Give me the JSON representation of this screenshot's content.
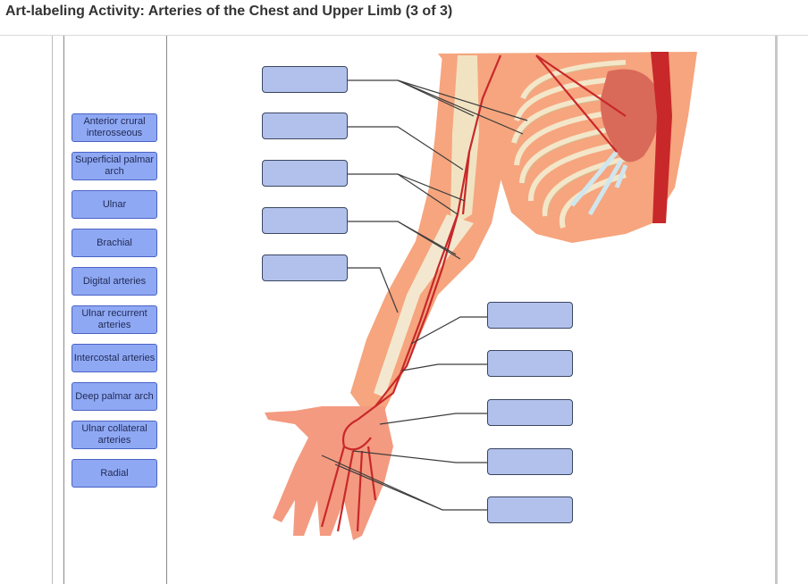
{
  "activity": {
    "title": "Art-labeling Activity: Arteries of the Chest and Upper Limb (3 of 3)"
  },
  "label_bank": [
    {
      "text": "Anterior crural interosseous"
    },
    {
      "text": "Superficial palmar arch"
    },
    {
      "text": "Ulnar"
    },
    {
      "text": "Brachial"
    },
    {
      "text": "Digital arteries"
    },
    {
      "text": "Ulnar recurrent arteries"
    },
    {
      "text": "Intercostal arteries"
    },
    {
      "text": "Deep palmar arch"
    },
    {
      "text": "Ulnar collateral arteries"
    },
    {
      "text": "Radial"
    }
  ],
  "drop_targets": {
    "left_count": 5,
    "right_count": 5
  },
  "colors": {
    "label_fill": "#8fa8f3",
    "label_border": "#4a63c6",
    "target_fill": "#b2c1ec",
    "artery": "#c8282a",
    "skin": "#f6a57e",
    "bone": "#f1e3c2"
  }
}
